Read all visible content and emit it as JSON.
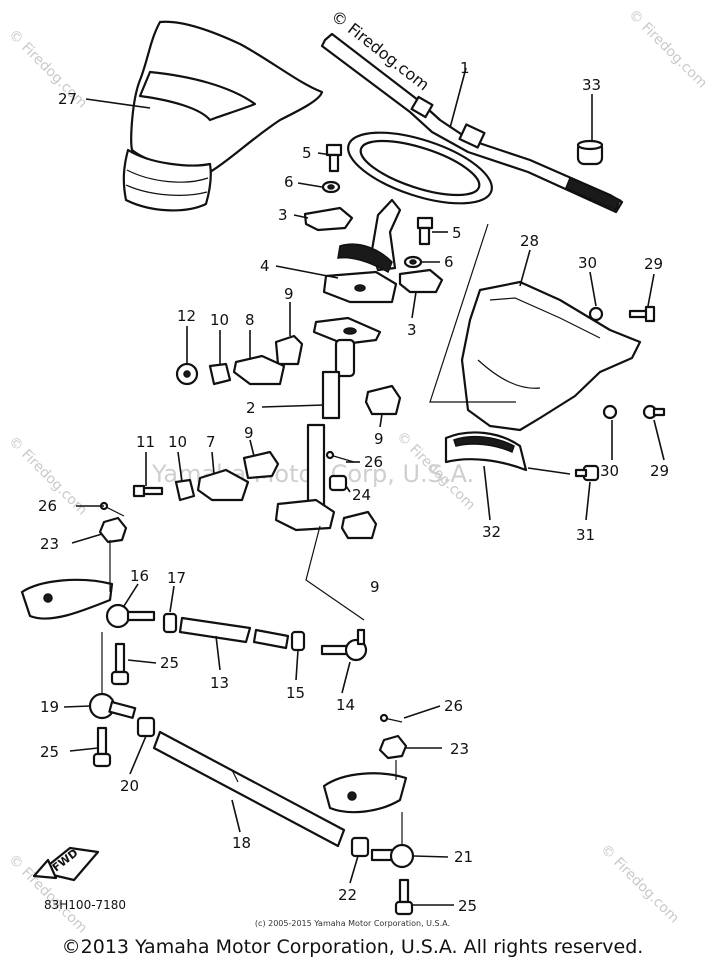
{
  "watermarks": {
    "site": "© Firedog.com",
    "center": "Yamaha Motor Corp, U.S.A."
  },
  "callouts": {
    "p1": "1",
    "p2": "2",
    "p3a": "3",
    "p3b": "3",
    "p4": "4",
    "p5a": "5",
    "p5b": "5",
    "p6a": "6",
    "p6b": "6",
    "p7": "7",
    "p8": "8",
    "p9a": "9",
    "p9b": "9",
    "p9c": "9",
    "p9d": "9",
    "p10a": "10",
    "p10b": "10",
    "p11": "11",
    "p12": "12",
    "p13": "13",
    "p14": "14",
    "p15": "15",
    "p16": "16",
    "p17": "17",
    "p18": "18",
    "p19": "19",
    "p20": "20",
    "p21": "21",
    "p22": "22",
    "p23a": "23",
    "p23b": "23",
    "p24": "24",
    "p25a": "25",
    "p25b": "25",
    "p25c": "25",
    "p26a": "26",
    "p26b": "26",
    "p26c": "26",
    "p27": "27",
    "p28": "28",
    "p29a": "29",
    "p29b": "29",
    "p30a": "30",
    "p30b": "30",
    "p31": "31",
    "p32": "32",
    "p33": "33"
  },
  "fwd_label": "FWD",
  "diagram_code": "83H100-7180",
  "small_copyright": "(c) 2005-2015 Yamaha Motor Corporation, U.S.A.",
  "footer_copyright": "©2013 Yamaha Motor Corporation, U.S.A. All rights reserved."
}
